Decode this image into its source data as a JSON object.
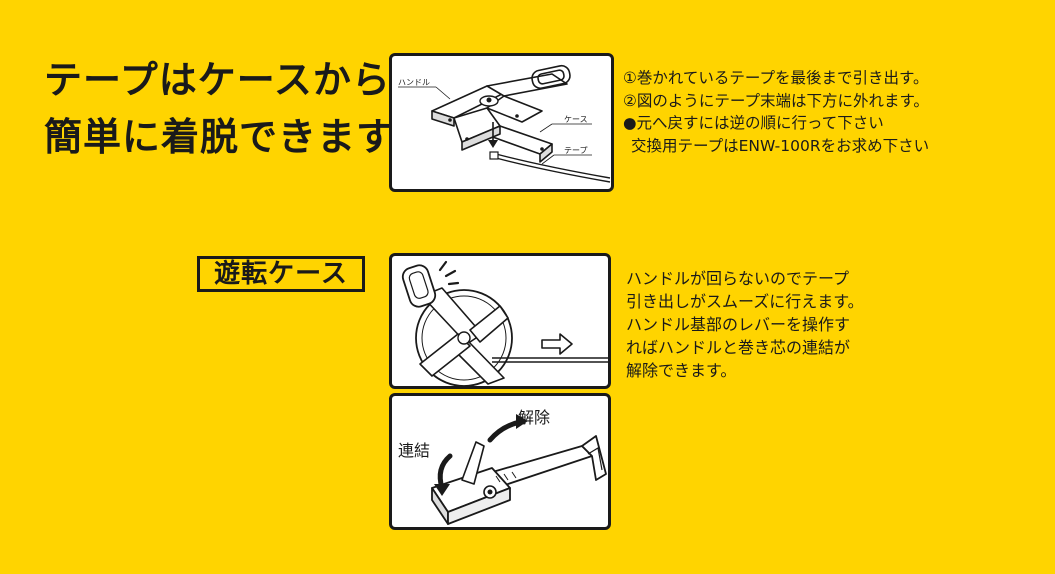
{
  "headline": {
    "line1": "テープはケースから",
    "line2": "簡単に着脱できます"
  },
  "diagram1": {
    "handle_label": "ハンドル",
    "case_label": "ケース",
    "tape_label": "テープ"
  },
  "instructions": {
    "lines": [
      "①巻かれているテープを最後まで引き出す。",
      "②図のようにテープ末端は下方に外れます。",
      "●元へ戻すには逆の順に行って下さい",
      "交換用テープはENW-100Rをお求め下さい"
    ]
  },
  "rotating_case": {
    "badge": "遊転ケース",
    "description_lines": [
      "ハンドルが回らないのでテープ",
      "引き出しがスムーズに行えます。",
      "ハンドル基部のレバーを操作す",
      "ればハンドルと巻き芯の連結が",
      "解除できます。"
    ]
  },
  "diagram3": {
    "connect_label": "連結",
    "release_label": "解除"
  }
}
